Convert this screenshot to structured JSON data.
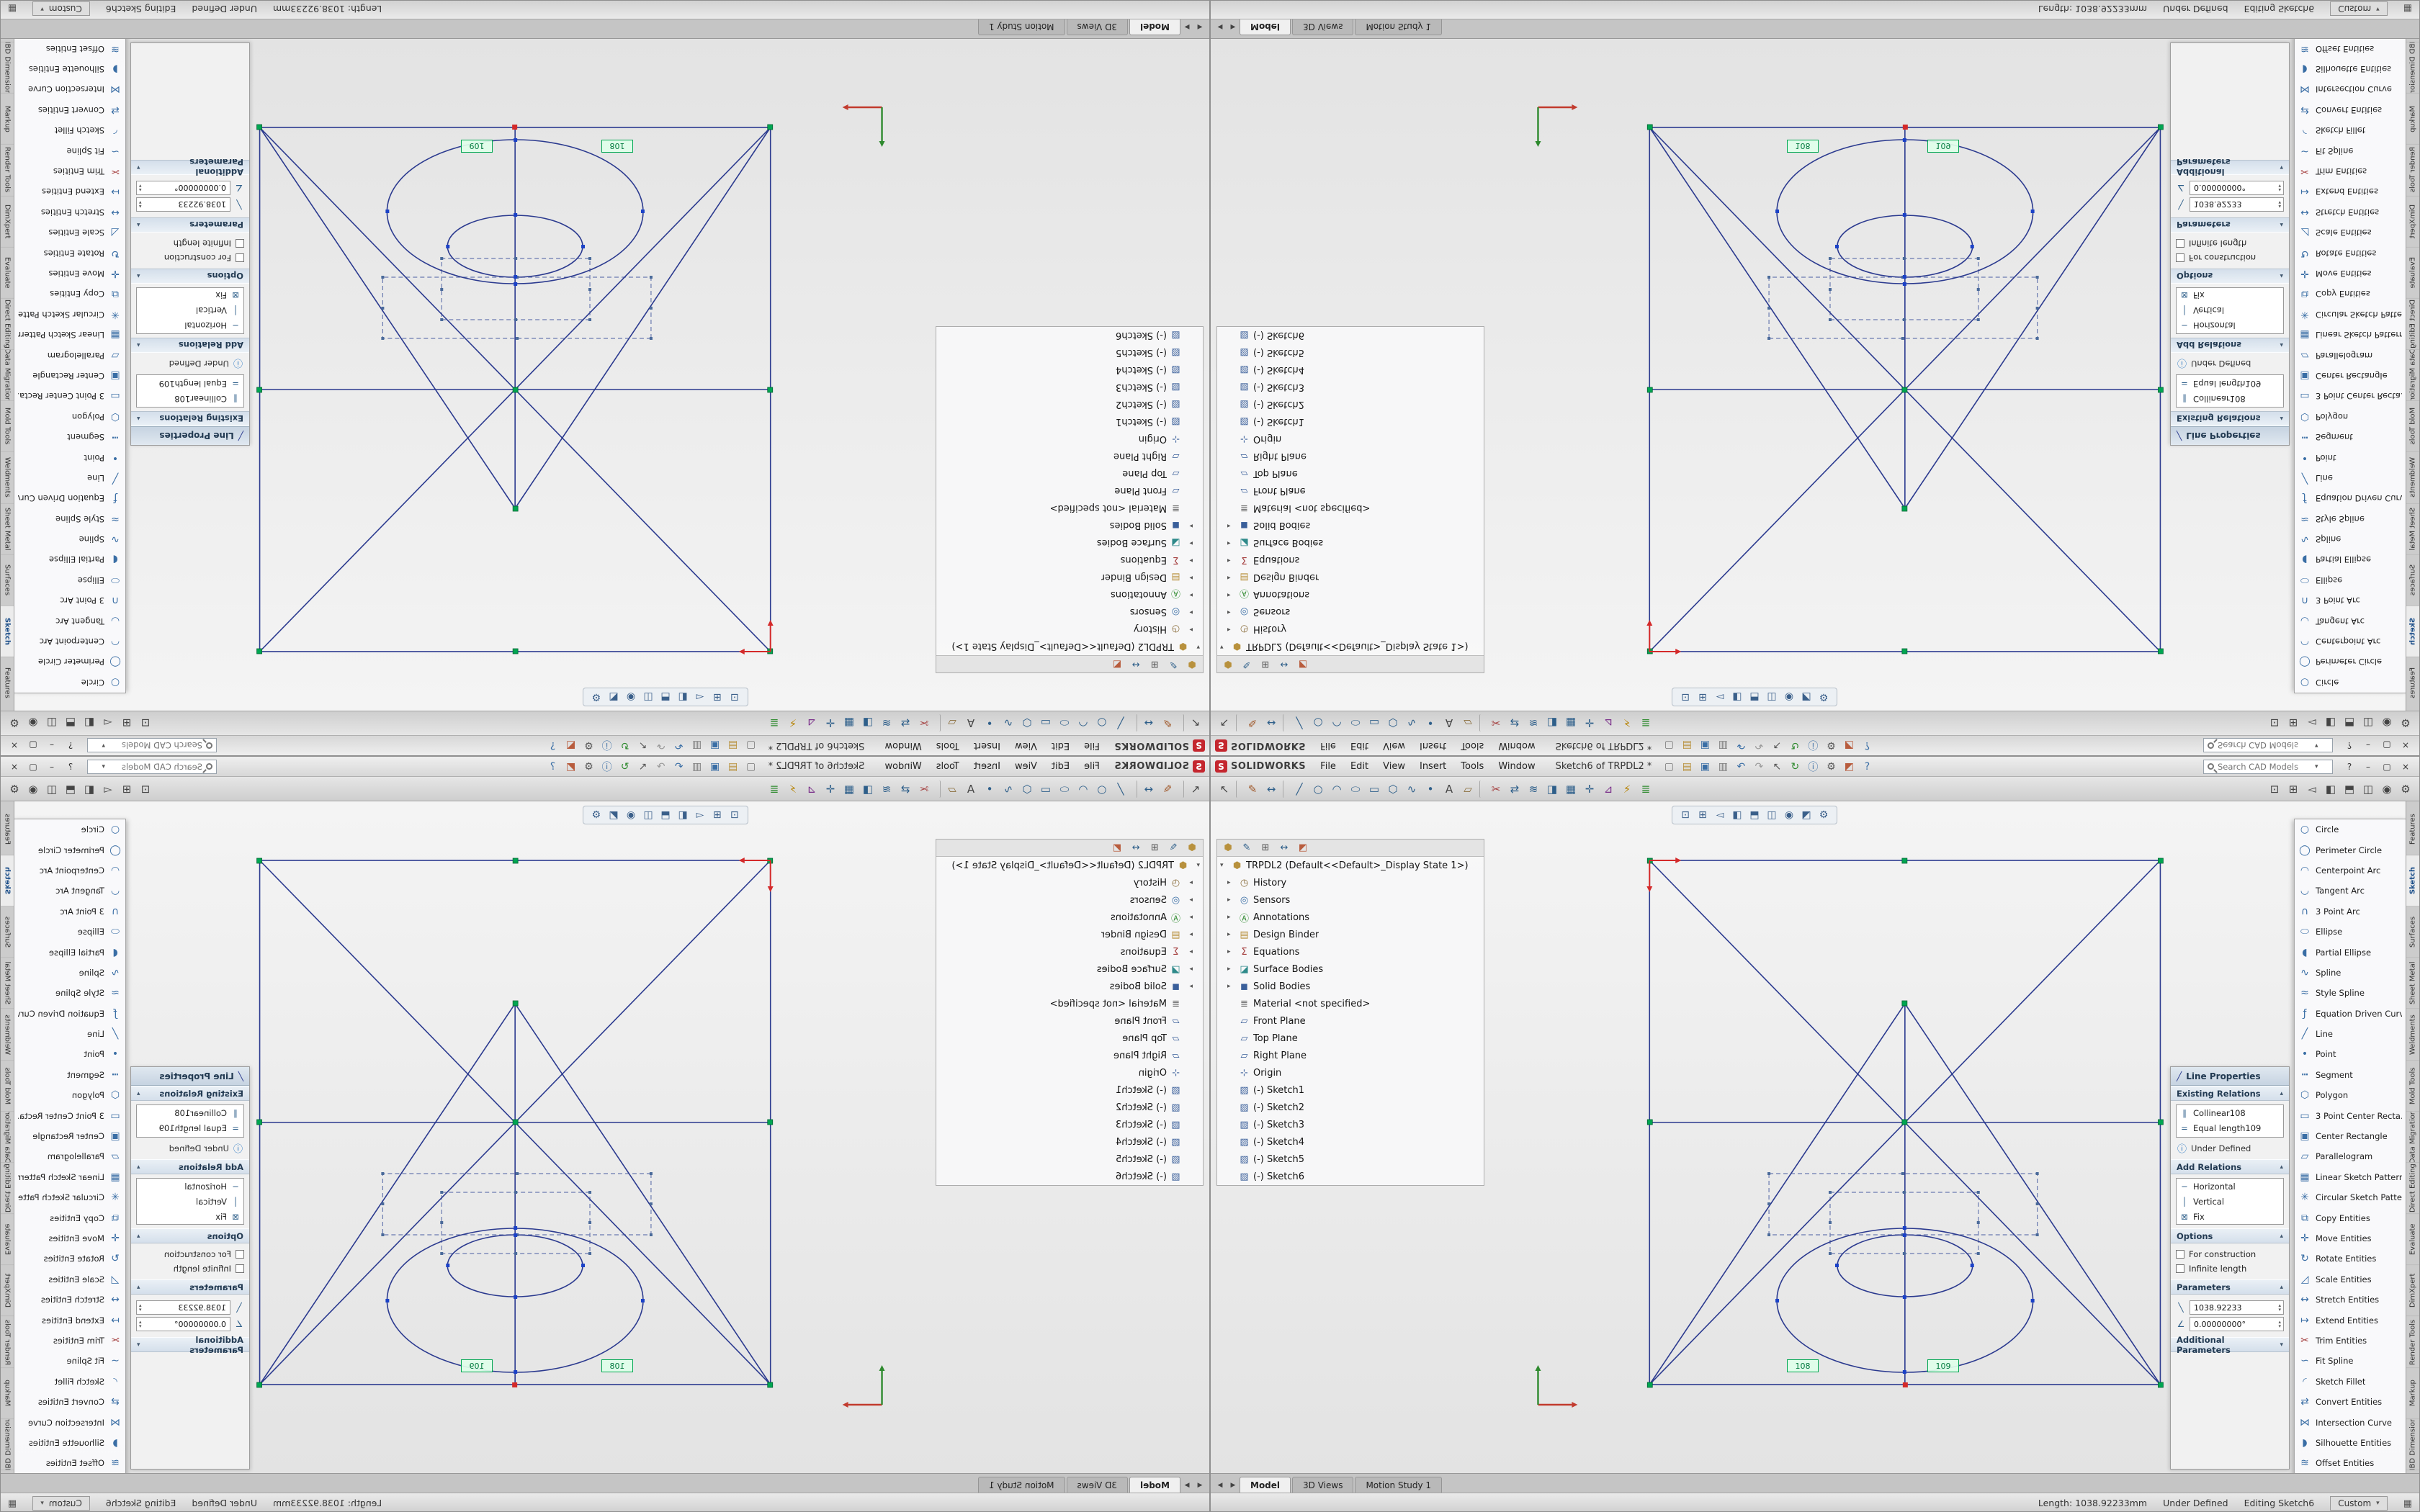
{
  "window": {
    "brand": "SOLIDWORKS",
    "logo_letter": "S",
    "title": "Sketch6 of TRPDL2 *",
    "search_placeholder": "Search CAD Models",
    "menus": [
      "File",
      "Edit",
      "View",
      "Insert",
      "Tools",
      "Window"
    ],
    "help_label": "?",
    "minimize_label": "–",
    "maximize_label": "▢",
    "close_label": "×"
  },
  "menubar_quick_icons": [
    {
      "name": "new-file-icon",
      "glyph": "▢",
      "color": "#7a7a7a"
    },
    {
      "name": "open-file-icon",
      "glyph": "▤",
      "color": "#b8913d"
    },
    {
      "name": "save-icon",
      "glyph": "▣",
      "color": "#3a6ea5"
    },
    {
      "name": "print-icon",
      "glyph": "▥",
      "color": "#7a7a7a"
    },
    {
      "name": "undo-icon",
      "glyph": "↶",
      "color": "#3a6ea5"
    },
    {
      "name": "redo-icon",
      "glyph": "↷",
      "color": "#9a9a9a"
    },
    {
      "name": "select-icon",
      "glyph": "↖",
      "color": "#555555"
    },
    {
      "name": "rebuild-icon",
      "glyph": "↻",
      "color": "#2e8a2e"
    },
    {
      "name": "file-properties-icon",
      "glyph": "ⓘ",
      "color": "#3a6ea5"
    },
    {
      "name": "options-gear-icon",
      "glyph": "⚙",
      "color": "#555555"
    },
    {
      "name": "appearance-icon",
      "glyph": "◩",
      "color": "#b85c3d"
    },
    {
      "name": "help-icon",
      "glyph": "?",
      "color": "#3a6ea5"
    }
  ],
  "toolbar": {
    "left_icons": [
      {
        "name": "select-arrow-icon",
        "glyph": "↖",
        "color": "#444444"
      },
      {
        "sep": true
      },
      {
        "name": "sketch-icon",
        "glyph": "✎",
        "color": "#a05a2c"
      },
      {
        "name": "smart-dimension-icon",
        "glyph": "↔",
        "color": "#2e5f8a"
      },
      {
        "sep": true
      },
      {
        "name": "line-icon",
        "glyph": "╱",
        "color": "#2e5f8a"
      },
      {
        "name": "circle-icon",
        "glyph": "○",
        "color": "#2e5f8a"
      },
      {
        "name": "arc-icon",
        "glyph": "◠",
        "color": "#2e5f8a"
      },
      {
        "name": "ellipse-icon",
        "glyph": "⬭",
        "color": "#2e5f8a"
      },
      {
        "name": "rectangle-icon",
        "glyph": "▭",
        "color": "#2e5f8a"
      },
      {
        "name": "polygon-icon",
        "glyph": "⬡",
        "color": "#2e5f8a"
      },
      {
        "name": "spline-icon",
        "glyph": "∿",
        "color": "#2e5f8a"
      },
      {
        "name": "point-icon",
        "glyph": "•",
        "color": "#2e5f8a"
      },
      {
        "name": "text-icon",
        "glyph": "A",
        "color": "#444444"
      },
      {
        "name": "plane-icon",
        "glyph": "▱",
        "color": "#8a6d3b"
      },
      {
        "sep": true
      },
      {
        "name": "trim-entities-icon",
        "glyph": "✂",
        "color": "#a33c3c"
      },
      {
        "name": "convert-entities-icon",
        "glyph": "⇄",
        "color": "#2e5f8a"
      },
      {
        "name": "offset-entities-icon",
        "glyph": "≋",
        "color": "#2e5f8a"
      },
      {
        "name": "mirror-entities-icon",
        "glyph": "◨",
        "color": "#2e5f8a"
      },
      {
        "name": "linear-sketch-pattern-icon",
        "glyph": "▦",
        "color": "#2e5f8a"
      },
      {
        "name": "move-entities-icon",
        "glyph": "✛",
        "color": "#2e5f8a"
      },
      {
        "name": "display-relations-icon",
        "glyph": "⊿",
        "color": "#7a2e8a"
      },
      {
        "name": "repair-sketch-icon",
        "glyph": "⚡",
        "color": "#b8860b"
      },
      {
        "name": "instant2d-icon",
        "glyph": "≣",
        "color": "#2e8a2e"
      }
    ],
    "right_icons": [
      {
        "name": "zoom-fit-icon",
        "glyph": "⊡",
        "color": "#444444"
      },
      {
        "name": "zoom-area-icon",
        "glyph": "⊞",
        "color": "#444444"
      },
      {
        "name": "previous-view-icon",
        "glyph": "◅",
        "color": "#444444"
      },
      {
        "name": "section-view-icon",
        "glyph": "◧",
        "color": "#444444"
      },
      {
        "name": "view-orientation-icon",
        "glyph": "⬒",
        "color": "#444444"
      },
      {
        "name": "display-style-icon",
        "glyph": "◫",
        "color": "#444444"
      },
      {
        "name": "hide-show-items-icon",
        "glyph": "◉",
        "color": "#444444"
      },
      {
        "name": "options-gear-icon",
        "glyph": "⚙",
        "color": "#444444"
      }
    ]
  },
  "headsup_icons": [
    {
      "name": "zoom-fit-icon",
      "glyph": "⊡"
    },
    {
      "name": "zoom-area-icon",
      "glyph": "⊞"
    },
    {
      "name": "previous-view-icon",
      "glyph": "◅"
    },
    {
      "name": "section-view-icon",
      "glyph": "◧"
    },
    {
      "name": "view-orientation-icon",
      "glyph": "⬒"
    },
    {
      "name": "display-style-icon",
      "glyph": "◫"
    },
    {
      "name": "hide-show-items-icon",
      "glyph": "◉"
    },
    {
      "name": "edit-appearance-icon",
      "glyph": "◩"
    },
    {
      "name": "view-settings-icon",
      "glyph": "⚙"
    }
  ],
  "feature_tree": {
    "tabs": [
      {
        "name": "featuremanager-tab-icon",
        "glyph": "⬢",
        "color": "#b8913d"
      },
      {
        "name": "propertymanager-tab-icon",
        "glyph": "✎",
        "color": "#2e5f8a"
      },
      {
        "name": "configurationmanager-tab-icon",
        "glyph": "⊞",
        "color": "#555555"
      },
      {
        "name": "dimxpertmanager-tab-icon",
        "glyph": "↔",
        "color": "#2e5f8a"
      },
      {
        "name": "displaymanager-tab-icon",
        "glyph": "◩",
        "color": "#b85c3d"
      }
    ],
    "items": [
      {
        "name": "tree-item-root",
        "caret": "▾",
        "glyph": "⬢",
        "color": "#b8913d",
        "label": "TRPDL2 (Default<<Default>_Display State 1>)"
      },
      {
        "name": "tree-item-history",
        "caret": "▸",
        "glyph": "◷",
        "color": "#8a6d3b",
        "label": "History",
        "pad": 14
      },
      {
        "name": "tree-item-sensors",
        "caret": "▸",
        "glyph": "◎",
        "color": "#3a6ea5",
        "label": "Sensors",
        "pad": 14
      },
      {
        "name": "tree-item-annotations",
        "caret": "▸",
        "glyph": "Ⓐ",
        "color": "#2e8a2e",
        "label": "Annotations",
        "pad": 14
      },
      {
        "name": "tree-item-design-binder",
        "caret": "▸",
        "glyph": "▤",
        "color": "#b8913d",
        "label": "Design Binder",
        "pad": 14
      },
      {
        "name": "tree-item-equations",
        "caret": "▸",
        "glyph": "Σ",
        "color": "#a33c3c",
        "label": "Equations",
        "pad": 14
      },
      {
        "name": "tree-item-surface-bodies",
        "caret": "▸",
        "glyph": "◪",
        "color": "#2e8a8a",
        "label": "Surface Bodies",
        "pad": 14
      },
      {
        "name": "tree-item-solid-bodies",
        "caret": "▸",
        "glyph": "◼",
        "color": "#3a5f9a",
        "label": "Solid Bodies",
        "pad": 14
      },
      {
        "name": "tree-item-material",
        "caret": "",
        "glyph": "≣",
        "color": "#666666",
        "label": "Material <not specified>",
        "pad": 14
      },
      {
        "name": "tree-item-front-plane",
        "caret": "",
        "glyph": "▱",
        "color": "#3a5f9a",
        "label": "Front Plane",
        "pad": 14
      },
      {
        "name": "tree-item-top-plane",
        "caret": "",
        "glyph": "▱",
        "color": "#3a5f9a",
        "label": "Top Plane",
        "pad": 14
      },
      {
        "name": "tree-item-right-plane",
        "caret": "",
        "glyph": "▱",
        "color": "#3a5f9a",
        "label": "Right Plane",
        "pad": 14
      },
      {
        "name": "tree-item-origin",
        "caret": "",
        "glyph": "⊹",
        "color": "#3a5f9a",
        "label": "Origin",
        "pad": 14
      },
      {
        "name": "tree-item-sketch1",
        "caret": "",
        "glyph": "▨",
        "color": "#3a5f9a",
        "label": "(-) Sketch1",
        "pad": 14
      },
      {
        "name": "tree-item-sketch2",
        "caret": "",
        "glyph": "▨",
        "color": "#3a5f9a",
        "label": "(-) Sketch2",
        "pad": 14
      },
      {
        "name": "tree-item-sketch3",
        "caret": "",
        "glyph": "▨",
        "color": "#3a5f9a",
        "label": "(-) Sketch3",
        "pad": 14
      },
      {
        "name": "tree-item-sketch4",
        "caret": "",
        "glyph": "▨",
        "color": "#3a5f9a",
        "label": "(-) Sketch4",
        "pad": 14
      },
      {
        "name": "tree-item-sketch5",
        "caret": "",
        "glyph": "▨",
        "color": "#3a5f9a",
        "label": "(-) Sketch5",
        "pad": 14
      },
      {
        "name": "tree-item-sketch6",
        "caret": "",
        "glyph": "▨",
        "color": "#3a5f9a",
        "label": "(-) Sketch6",
        "pad": 14
      }
    ]
  },
  "sketch": {
    "relation_callouts": [
      "108",
      "109"
    ]
  },
  "property_panel": {
    "title": "Line Properties",
    "existing_relations_label": "Existing Relations",
    "relations": [
      {
        "name": "relation-collinear",
        "glyph": "∥",
        "label": "Collinear108"
      },
      {
        "name": "relation-equal-length",
        "glyph": "=",
        "label": "Equal length109"
      }
    ],
    "state_info": "Under Defined",
    "add_relations_label": "Add Relations",
    "add_relations": [
      {
        "name": "add-relation-horizontal",
        "glyph": "─",
        "label": "Horizontal"
      },
      {
        "name": "add-relation-vertical",
        "glyph": "│",
        "label": "Vertical"
      },
      {
        "name": "add-relation-fix",
        "glyph": "⊠",
        "label": "Fix"
      }
    ],
    "options_label": "Options",
    "options": [
      "For construction",
      "Infinite length"
    ],
    "parameters_label": "Parameters",
    "parameters": [
      {
        "name": "length-parameter-field",
        "glyph": "╲",
        "value": "1038.92233"
      },
      {
        "name": "angle-parameter-field",
        "glyph": "∠",
        "value": "0.00000000°"
      }
    ],
    "additional_label": "Additional Parameters"
  },
  "sketch_tools": [
    {
      "name": "circle-tool",
      "glyph": "○",
      "color": "#3a6ea5",
      "label": "Circle"
    },
    {
      "name": "perimeter-circle-tool",
      "glyph": "◯",
      "color": "#3a6ea5",
      "label": "Perimeter Circle"
    },
    {
      "name": "centerpoint-arc-tool",
      "glyph": "◠",
      "color": "#3a6ea5",
      "label": "Centerpoint Arc"
    },
    {
      "name": "tangent-arc-tool",
      "glyph": "◡",
      "color": "#3a6ea5",
      "label": "Tangent Arc"
    },
    {
      "name": "three-point-arc-tool",
      "glyph": "∩",
      "color": "#3a6ea5",
      "label": "3 Point Arc"
    },
    {
      "name": "ellipse-tool",
      "glyph": "⬭",
      "color": "#3a6ea5",
      "label": "Ellipse"
    },
    {
      "name": "partial-ellipse-tool",
      "glyph": "◖",
      "color": "#3a6ea5",
      "label": "Partial Ellipse"
    },
    {
      "name": "spline-tool",
      "glyph": "∿",
      "color": "#3a6ea5",
      "label": "Spline"
    },
    {
      "name": "style-spline-tool",
      "glyph": "≈",
      "color": "#3a6ea5",
      "label": "Style Spline"
    },
    {
      "name": "equation-driven-curve-tool",
      "glyph": "ƒ",
      "color": "#3a6ea5",
      "label": "Equation Driven Curve"
    },
    {
      "name": "line-tool",
      "glyph": "╱",
      "color": "#3a6ea5",
      "label": "Line"
    },
    {
      "name": "point-tool",
      "glyph": "•",
      "color": "#3a6ea5",
      "label": "Point"
    },
    {
      "name": "segment-tool",
      "glyph": "┅",
      "color": "#3a6ea5",
      "label": "Segment"
    },
    {
      "name": "polygon-tool",
      "glyph": "⬡",
      "color": "#3a6ea5",
      "label": "Polygon"
    },
    {
      "name": "three-point-center-rectangle-tool",
      "glyph": "▭",
      "color": "#3a6ea5",
      "label": "3 Point Center Recta..."
    },
    {
      "name": "center-rectangle-tool",
      "glyph": "▣",
      "color": "#3a6ea5",
      "label": "Center Rectangle"
    },
    {
      "name": "parallelogram-tool",
      "glyph": "▱",
      "color": "#3a6ea5",
      "label": "Parallelogram"
    },
    {
      "name": "linear-sketch-pattern-tool",
      "glyph": "▦",
      "color": "#3a6ea5",
      "label": "Linear Sketch Pattern"
    },
    {
      "name": "circular-sketch-pattern-tool",
      "glyph": "✳",
      "color": "#3a6ea5",
      "label": "Circular Sketch Pattern"
    },
    {
      "name": "copy-entities-tool",
      "glyph": "⧉",
      "color": "#3a6ea5",
      "label": "Copy Entities"
    },
    {
      "name": "move-entities-tool",
      "glyph": "✛",
      "color": "#3a6ea5",
      "label": "Move Entities"
    },
    {
      "name": "rotate-entities-tool",
      "glyph": "↻",
      "color": "#3a6ea5",
      "label": "Rotate Entities"
    },
    {
      "name": "scale-entities-tool",
      "glyph": "◿",
      "color": "#3a6ea5",
      "label": "Scale Entities"
    },
    {
      "name": "stretch-entities-tool",
      "glyph": "↔",
      "color": "#3a6ea5",
      "label": "Stretch Entities"
    },
    {
      "name": "extend-entities-tool",
      "glyph": "↦",
      "color": "#3a6ea5",
      "label": "Extend Entities"
    },
    {
      "name": "trim-entities-tool",
      "glyph": "✂",
      "color": "#a33c3c",
      "label": "Trim Entities"
    },
    {
      "name": "fit-spline-tool",
      "glyph": "∽",
      "color": "#3a6ea5",
      "label": "Fit Spline"
    },
    {
      "name": "sketch-fillet-tool",
      "glyph": "◜",
      "color": "#3a6ea5",
      "label": "Sketch Fillet"
    },
    {
      "name": "convert-entities-tool",
      "glyph": "⇄",
      "color": "#3a6ea5",
      "label": "Convert Entities"
    },
    {
      "name": "intersection-curve-tool",
      "glyph": "⋈",
      "color": "#3a6ea5",
      "label": "Intersection Curve"
    },
    {
      "name": "silhouette-entities-tool",
      "glyph": "◗",
      "color": "#3a6ea5",
      "label": "Silhouette Entities"
    },
    {
      "name": "offset-entities-tool",
      "glyph": "≋",
      "color": "#3a6ea5",
      "label": "Offset Entities"
    }
  ],
  "side_tabs": [
    {
      "name": "side-tab-features",
      "label": "Features"
    },
    {
      "name": "side-tab-sketch",
      "label": "Sketch",
      "active": true
    },
    {
      "name": "side-tab-surfaces",
      "label": "Surfaces"
    },
    {
      "name": "side-tab-sheet-metal",
      "label": "Sheet Metal"
    },
    {
      "name": "side-tab-weldments",
      "label": "Weldments"
    },
    {
      "name": "side-tab-mold-tools",
      "label": "Mold Tools"
    },
    {
      "name": "side-tab-data-migration",
      "label": "Data Migration"
    },
    {
      "name": "side-tab-direct-editing",
      "label": "Direct Editing"
    },
    {
      "name": "side-tab-evaluate",
      "label": "Evaluate"
    },
    {
      "name": "side-tab-dimxpert",
      "label": "DimXpert"
    },
    {
      "name": "side-tab-render-tools",
      "label": "Render Tools"
    },
    {
      "name": "side-tab-markup",
      "label": "Markup"
    },
    {
      "name": "side-tab-mbd-dimensions",
      "label": "MBD Dimensions"
    }
  ],
  "bottom_tabs": [
    {
      "name": "tab-model",
      "label": "Model",
      "active": true
    },
    {
      "name": "tab-3d-views",
      "label": "3D Views"
    },
    {
      "name": "tab-motion-study",
      "label": "Motion Study 1"
    }
  ],
  "status_bar": {
    "segments": [
      "Length: 1038.92233mm",
      "Under Defined",
      "Editing Sketch6"
    ],
    "units": "Custom"
  },
  "colors": {
    "selection_green": "#00a651",
    "sketch_blue": "#2b3a8f",
    "alert_red": "#d42a2a",
    "accent_blue": "#1c4f8a"
  }
}
